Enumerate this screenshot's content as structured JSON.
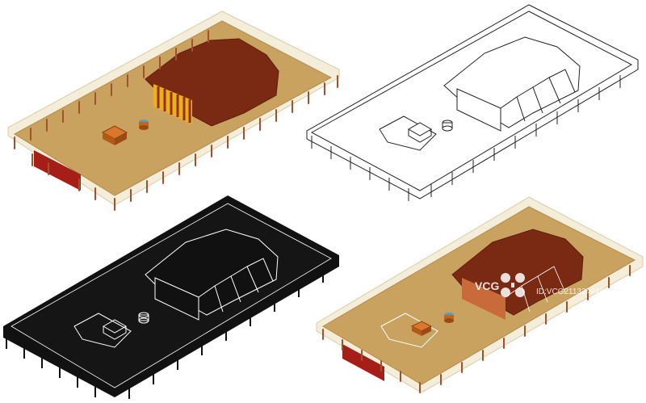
{
  "scene": {
    "subject": "tabernacle-courtyard",
    "variants": [
      {
        "id": "color-top-left",
        "style": "color"
      },
      {
        "id": "line-art-top-right",
        "style": "outline-white"
      },
      {
        "id": "silhouette-bottom-left",
        "style": "black"
      },
      {
        "id": "color-bottom-right",
        "style": "color-with-watermark"
      }
    ]
  },
  "watermark": {
    "logo_text": "VCG",
    "id_text": "ID:VCG211324649950"
  },
  "colors": {
    "ground": "#c9a25f",
    "ground_light": "#d9b978",
    "tent_roof": "#7a2a12",
    "tent_stripe_gold": "#e8b21e",
    "tent_stripe_red": "#9a2d10",
    "fence_cloth": "#f3edd9",
    "gate_red": "#a51f18",
    "altar": "#c0641f",
    "laver": "#3e8ea8",
    "black": "#111111",
    "white": "#ffffff"
  }
}
